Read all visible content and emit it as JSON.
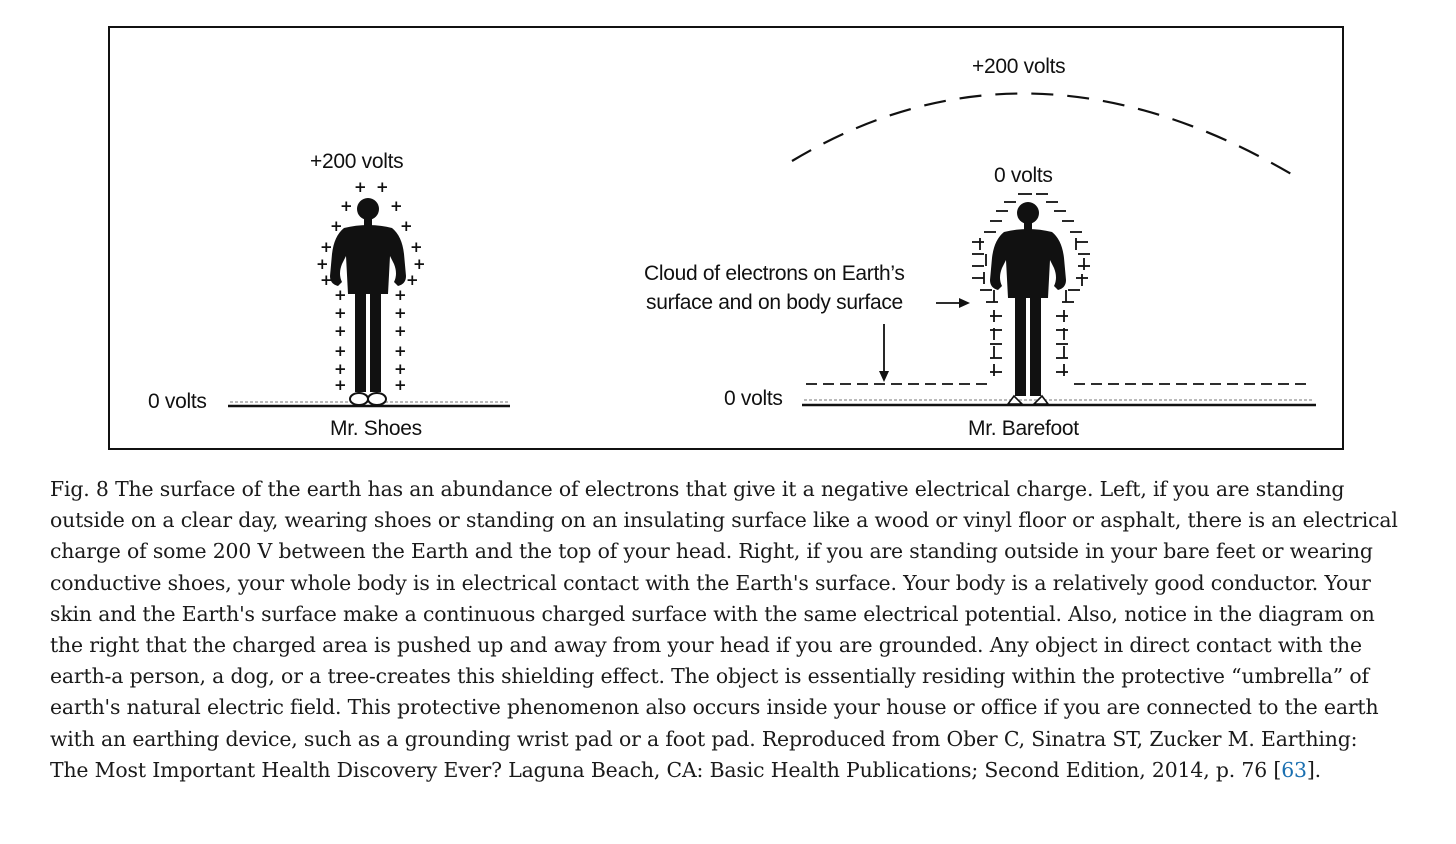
{
  "figure": {
    "left": {
      "top_label": "+200 volts",
      "ground_label": "0 volts",
      "name": "Mr. Shoes"
    },
    "right": {
      "sky_label": "+200 volts",
      "head_label": "0 volts",
      "cloud_label_line1": "Cloud of electrons on Earth’s",
      "cloud_label_line2": "surface and on body surface",
      "ground_label": "0 volts",
      "name": "Mr. Barefoot"
    }
  },
  "caption": {
    "text_before_ref": "Fig. 8 The surface of the earth has an abundance of electrons that give it a negative electrical charge. Left, if you are standing outside on a clear day, wearing shoes or standing on an insulating surface like a wood or vinyl floor or asphalt, there is an electrical charge of some 200 V between the Earth and the top of your head. Right, if you are standing outside in your bare feet or wearing conductive shoes, your whole body is in electrical contact with the Earth's surface. Your body is a relatively good conductor. Your skin and the Earth's surface make a continuous charged surface with the same electrical potential. Also, notice in the diagram on the right that the charged area is pushed up and away from your head if you are grounded. Any object in direct contact with the earth-a person, a dog, or a tree-creates this shielding effect. The object is essentially residing within the protective “umbrella” of earth's natural electric field. This protective phenomenon also occurs inside your house or office if you are connected to the earth with an earthing device, such as a grounding wrist pad or a foot pad. Reproduced from Ober C, Sinatra ST, Zucker M. Earthing: The Most Important Health Discovery Ever? Laguna Beach, CA: Basic Health Publications; Second Edition, 2014, p. 76 [",
    "ref_link": "63",
    "text_after_ref": "]."
  }
}
